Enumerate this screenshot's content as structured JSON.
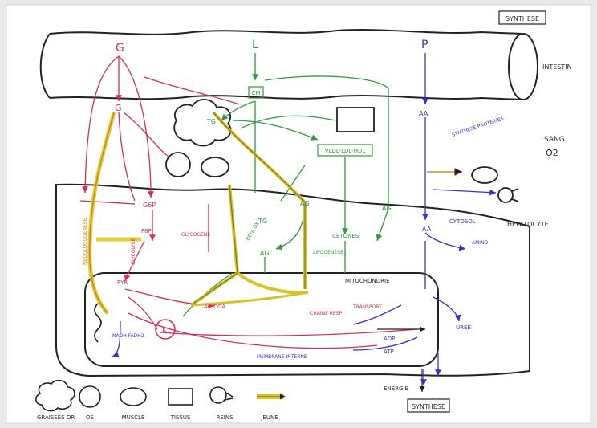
{
  "header_box": "SYNTHESE",
  "footer_box": "SYNTHESE",
  "organs": {
    "intestine": "INTESTIN",
    "blood": "SANG",
    "o2": "O2",
    "hepatocyte": "HEPATOCYTE",
    "mitochondria": "MITOCHONDRIE",
    "cytosol": "CYTOSOL",
    "inner_membrane": "MEMBRANE INTERNE"
  },
  "nutrients": {
    "glucides": "G",
    "lipides": "L",
    "proteines": "P"
  },
  "nodes": {
    "g_upper": "G",
    "g6p": "G6P",
    "f6p": "F6P",
    "pyr": "PYR",
    "acetyl_coa": "AC-COA",
    "tg": "TG",
    "ag": "AG",
    "aa": "AA",
    "cm": "CM",
    "vldl": "VLDL-LDL-HDL",
    "cetones": "CETONES",
    "krebs": "K",
    "uree": "UREE",
    "adp": "ADP",
    "atp": "ATP"
  },
  "annotations": {
    "glycolyse": "GLYCOLYSE",
    "neoglucogenese": "NEOGLUCOGENESE",
    "glycogene": "GLYCOGENE",
    "beta_ox": "BETA OX",
    "lipogenese": "LIPOGENESE",
    "chaine_resp": "CHAINE RESP",
    "nadh": "NADH FADH2",
    "synthese_prot": "SYNTHESE PROTEINES",
    "energie": "ENERGIE",
    "aminotransf": "AMINO",
    "transport": "TRANSPORT"
  },
  "legend": [
    {
      "label": "GRAISSES OR"
    },
    {
      "label": "OS"
    },
    {
      "label": "MUSCLE"
    },
    {
      "label": "TISSUS"
    },
    {
      "label": "REINS"
    },
    {
      "label": "JEUNE"
    }
  ],
  "colors": {
    "glucides": "#d2304e",
    "lipides": "#2e9a3c",
    "proteines": "#3b2fd0",
    "jeune": "#e0c418",
    "jeune_core": "#c8801a",
    "ink": "#222222",
    "orange": "#e08a1c"
  }
}
